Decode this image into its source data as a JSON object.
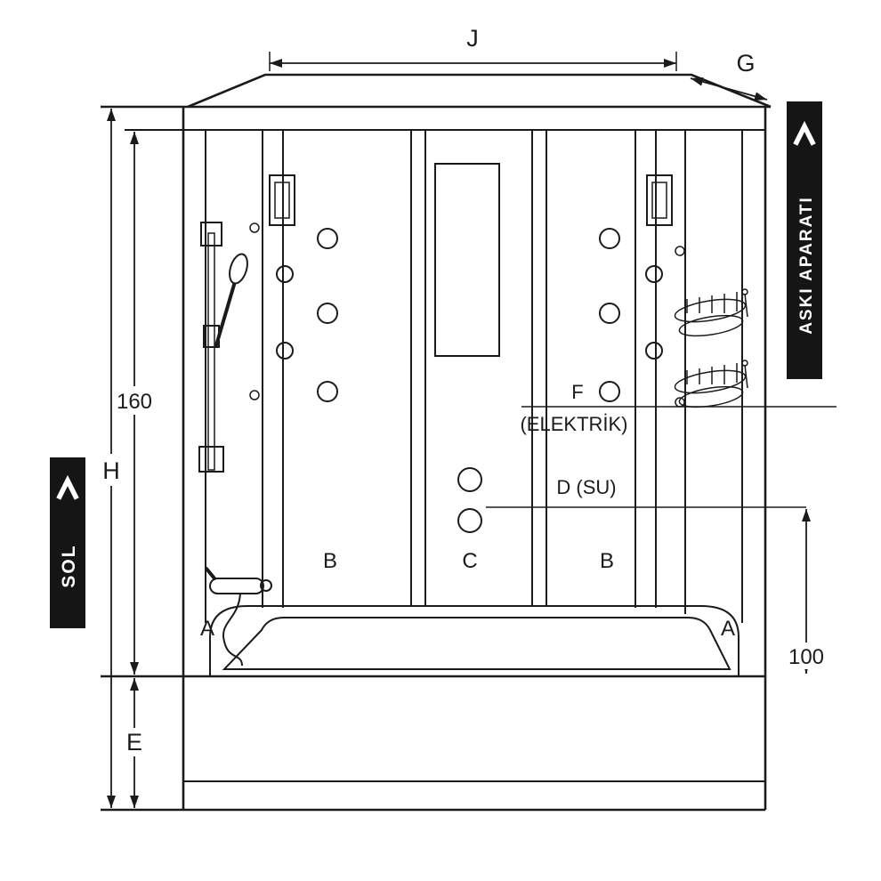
{
  "diagram": {
    "type": "shower-cabin-technical-drawing",
    "dimensions": {
      "j": "J",
      "g": "G",
      "inner_height": "160",
      "total_height": "H",
      "base_height": "E",
      "connection_height": "100"
    },
    "connections": {
      "electric_letter": "F",
      "electric_note": "(ELEKTRİK)",
      "water": "D (SU)"
    },
    "panels": {
      "a_left": "A",
      "a_right": "A",
      "b_left": "B",
      "b_right": "B",
      "c_center": "C"
    }
  },
  "banners": {
    "left_label": "SOL",
    "left_chevron_icon": "chevron-up",
    "right_label": "ASKI APARATI",
    "right_chevron_icon": "chevron-up"
  },
  "colors": {
    "line": "#1b1b1b",
    "banner_bg": "#151515",
    "banner_text": "#ffffff",
    "background": "#ffffff"
  }
}
